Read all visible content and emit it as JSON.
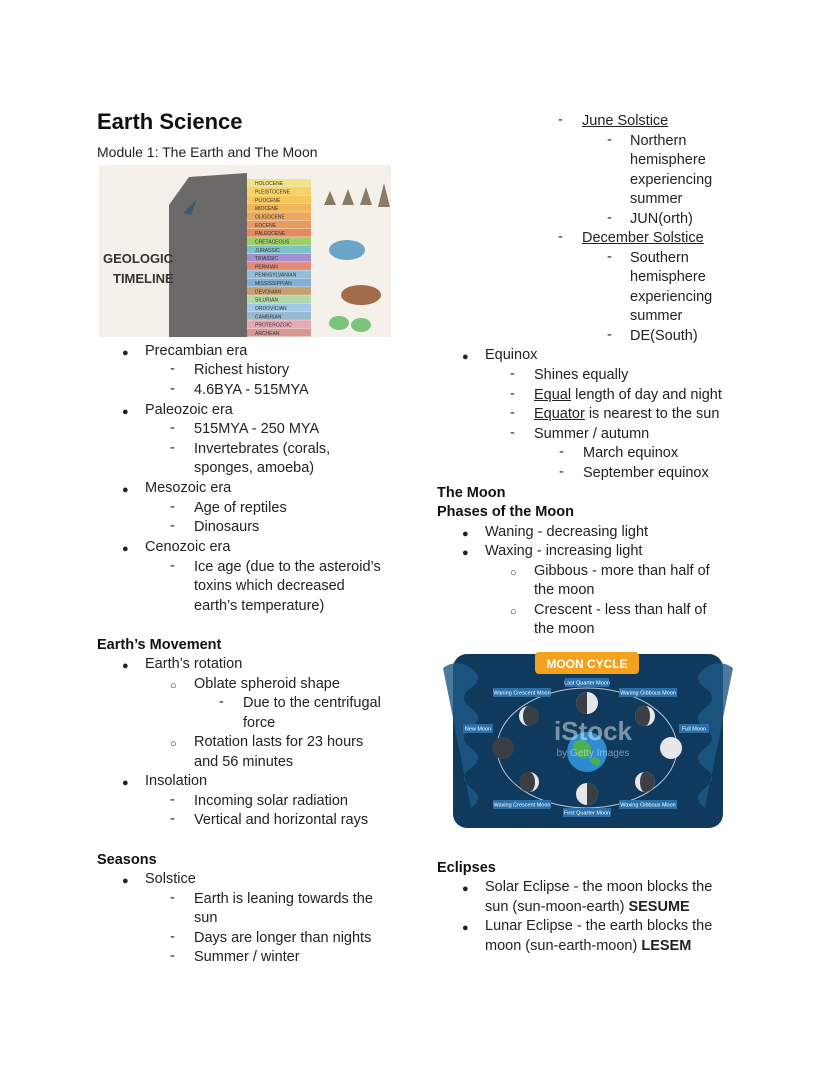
{
  "header": {
    "title": "Earth Science",
    "subtitle": "Module 1: The Earth and The Moon"
  },
  "geologic_image": {
    "label_line1": "GEOLOGIC",
    "label_line2": "TIMELINE",
    "eras": [
      "HOLOCENE",
      "PLEISTOCENE",
      "PLIOCENE",
      "MIOCENE",
      "OLIGOCENE",
      "EOCENE",
      "PALEOCENE",
      "CRETACEOUS",
      "JURASSIC",
      "TRIASSIC",
      "PERMIAN",
      "PENNSYLVANIAN",
      "MISSISSIPPIAN",
      "DEVONIAN",
      "SILURIAN",
      "ORDOVICIAN",
      "CAMBRIAN",
      "PROTEROZOIC",
      "ARCHEAN"
    ]
  },
  "eras": {
    "precambian": "Precambian era",
    "precambian_1": "Richest history",
    "precambian_2": "4.6BYA - 515MYA",
    "paleozoic": "Paleozoic era",
    "paleozoic_1": "515MYA - 250 MYA",
    "paleozoic_2a": "Invertebrates (corals,",
    "paleozoic_2b": "sponges, amoeba)",
    "mesozoic": "Mesozoic era",
    "mesozoic_1": "Age of reptiles",
    "mesozoic_2": "Dinosaurs",
    "cenozoic": "Cenozoic era",
    "cenozoic_1a": "Ice age (due to the asteroid’s",
    "cenozoic_1b": "toxins which decreased",
    "cenozoic_1c": "earth’s temperature)"
  },
  "movement": {
    "heading": "Earth’s Movement",
    "rotation": "Earth’s rotation",
    "oblate": "Oblate spheroid shape",
    "centrifugal_a": "Due to the centrifugal",
    "centrifugal_b": "force",
    "lasts_a": "Rotation lasts for 23 hours",
    "lasts_b": "and 56 minutes",
    "insolation": "Insolation",
    "incoming": "Incoming solar radiation",
    "rays": "Vertical and horizontal rays"
  },
  "seasons": {
    "heading": "Seasons",
    "solstice": "Solstice",
    "leaning_a": "Earth is leaning towards the",
    "leaning_b": "sun",
    "days": "Days are longer than nights",
    "summer_winter": "Summer / winter"
  },
  "solstices": {
    "june": "June Solstice",
    "june_1": "Northern",
    "june_2": "hemisphere",
    "june_3": "experiencing",
    "june_4": "summer",
    "june_5": "JUN(orth)",
    "dec": "December Solstice",
    "dec_1": "Southern",
    "dec_2": "hemisphere",
    "dec_3": "experiencing",
    "dec_4": "summer",
    "dec_5": "DE(South)"
  },
  "equinox": {
    "label": "Equinox",
    "shines": "Shines equally",
    "equal_word": "Equal",
    "equal_rest": " length of day and night",
    "equator_word": "Equator",
    "equator_rest": " is nearest to the sun",
    "summer_autumn": "Summer / autumn",
    "march": "March equinox",
    "september": "September equinox"
  },
  "moon": {
    "heading": "The Moon",
    "phases_heading": "Phases of the Moon",
    "waning": "Waning - decreasing light",
    "waxing": "Waxing - increasing light",
    "gibbous_a": "Gibbous - more than half of",
    "gibbous_b": "the moon",
    "crescent_a": "Crescent - less than half of",
    "crescent_b": "the moon"
  },
  "moon_image": {
    "title": "MOON CYCLE",
    "watermark": "iStock",
    "watermark_sub": "by Getty Images",
    "labels": {
      "new": "New Moon",
      "full": "Full Moon",
      "last_q": "Last Quarter Moon",
      "first_q": "First Quarter Moon",
      "wan_cres": "Waning Crescent Moon",
      "wan_gib": "Waning Gibbous Moon",
      "wax_cres": "Waxing Crescent Moon",
      "wax_gib": "Waxing Gibbous Moon"
    }
  },
  "eclipses": {
    "heading": "Eclipses",
    "solar_a": "Solar Eclipse - the moon blocks the",
    "solar_b": "sun (sun-moon-earth) ",
    "solar_bold": "SESUME",
    "lunar_a": "Lunar Eclipse - the earth blocks the",
    "lunar_b": "moon (sun-earth-moon) ",
    "lunar_bold": "LESEM"
  }
}
